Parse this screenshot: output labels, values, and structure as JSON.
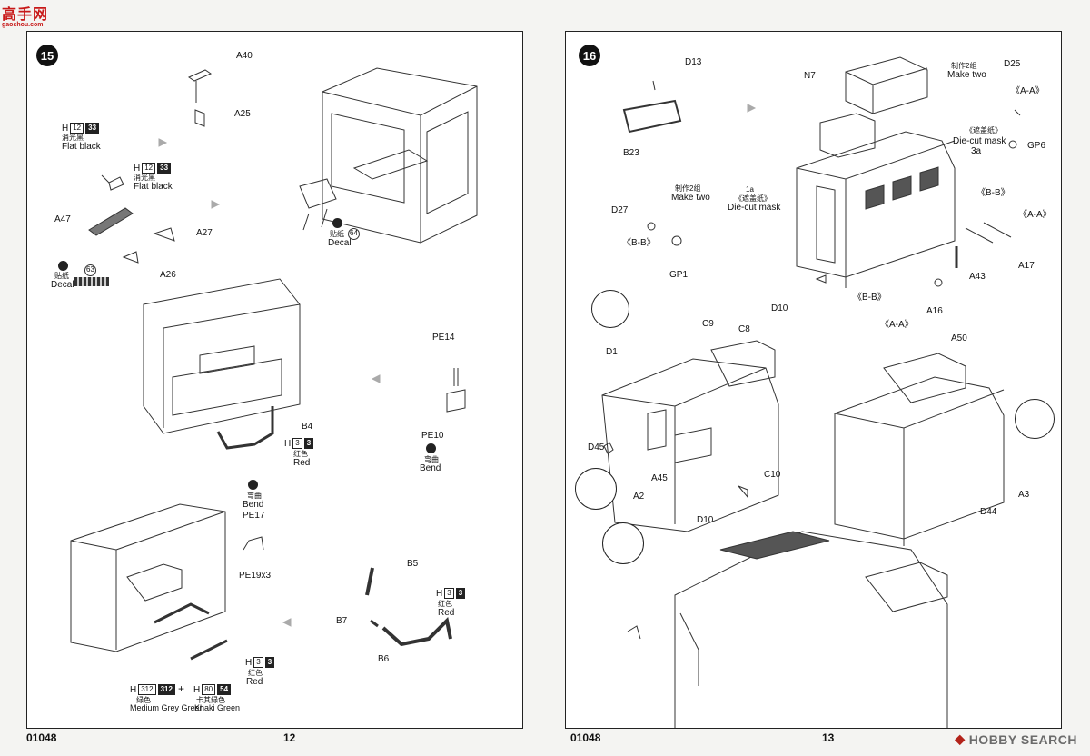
{
  "watermark_top": {
    "text": "高手网",
    "sub": "gaoshou.com"
  },
  "watermark_bottom": {
    "brand": "HOBBY SEARCH"
  },
  "left_page": {
    "step": "15",
    "page_no": "12",
    "code": "01048",
    "labels": {
      "A40": "A40",
      "A25": "A25",
      "A47": "A47",
      "A27": "A27",
      "A26": "A26",
      "PE14": "PE14",
      "PE10": "PE10",
      "B4": "B4",
      "PE17": "PE17",
      "PE19": "PE19x3",
      "B5": "B5",
      "B7": "B7",
      "B6": "B6"
    },
    "paint_h12_1": {
      "h": "H",
      "code": "12",
      "code2": "33",
      "cn": "消光黑",
      "en": "Flat black"
    },
    "paint_h12_2": {
      "h": "H",
      "code": "12",
      "code2": "33",
      "cn": "消光黑",
      "en": "Flat black"
    },
    "decal_64": {
      "cn": "贴纸",
      "en": "Decal",
      "num": "64"
    },
    "decal_63": {
      "cn": "贴纸",
      "en": "Decal",
      "num": "63"
    },
    "paint_red_b4": {
      "h": "H",
      "code": "3",
      "code2": "3",
      "cn": "红色",
      "en": "Red"
    },
    "bend_pe10": {
      "cn": "弯曲",
      "en": "Bend"
    },
    "bend_pe17": {
      "cn": "弯曲",
      "en": "Bend"
    },
    "paint_red_b6": {
      "h": "H",
      "code": "3",
      "code2": "3",
      "cn": "红色",
      "en": "Red"
    },
    "paint_red_bottom": {
      "h": "H",
      "code": "3",
      "code2": "3",
      "cn": "红色",
      "en": "Red"
    },
    "paint_mgg": {
      "h": "H",
      "code": "312",
      "code2": "312",
      "cn": "绿色",
      "en": "Medium Grey Green"
    },
    "paint_plus": "+",
    "paint_kg": {
      "h": "H",
      "code": "80",
      "code2": "54",
      "cn": "卡其绿色",
      "en": "Khaki Green"
    }
  },
  "right_page": {
    "step": "16",
    "page_no": "13",
    "code": "01048",
    "labels": {
      "D13": "D13",
      "B23": "B23",
      "N7": "N7",
      "D25": "D25",
      "AA1": "《A-A》",
      "GP6": "GP6",
      "mask_cn": "《遮盖纸》",
      "mask_en": "Die-cut mask",
      "mask_num": "3a",
      "make2_cn": "制作2组",
      "make2_en": "Make two",
      "make2b_cn": "制作2组",
      "make2b_en": "Make two",
      "one_a": "1a",
      "mask2_cn": "《遮盖纸》",
      "mask2_en": "Die-cut mask",
      "D27": "D27",
      "BB1": "《B-B》",
      "GP1": "GP1",
      "BB2": "《B-B》",
      "AA2": "《A-A》",
      "A17": "A17",
      "A43": "A43",
      "D10a": "D10",
      "BB3": "《B-B》",
      "AA3": "《A-A》",
      "A16": "A16",
      "D1": "D1",
      "C9": "C9",
      "C8": "C8",
      "A50": "A50",
      "D45": "D45",
      "A45": "A45",
      "C10": "C10",
      "A2": "A2",
      "D10b": "D10",
      "D44": "D44",
      "A3": "A3"
    }
  }
}
